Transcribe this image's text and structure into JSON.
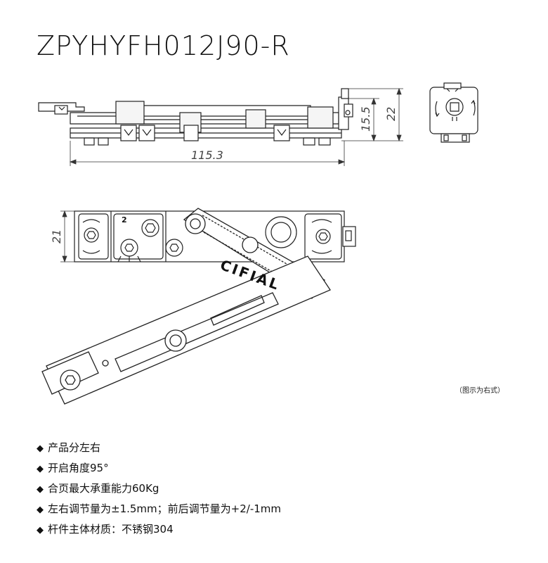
{
  "model_number": "ZPYHYFH012J90-R",
  "dimensions": {
    "overall_length": "115.3",
    "height_inner": "15.5",
    "height_outer": "22",
    "width": "21"
  },
  "part_marks": {
    "brand_engraving": "CIFIAL",
    "position_mark": "2"
  },
  "note": "（图示为右式）",
  "bullet_glyph": "◆",
  "features": [
    {
      "text": "产品分左右"
    },
    {
      "text": "开启角度95°"
    },
    {
      "text": "合页最大承重能力60Kg"
    },
    {
      "text": "左右调节量为±1.5mm；前后调节量为+2/-1mm"
    },
    {
      "text": "杆件主体材质：不锈钢304"
    }
  ]
}
